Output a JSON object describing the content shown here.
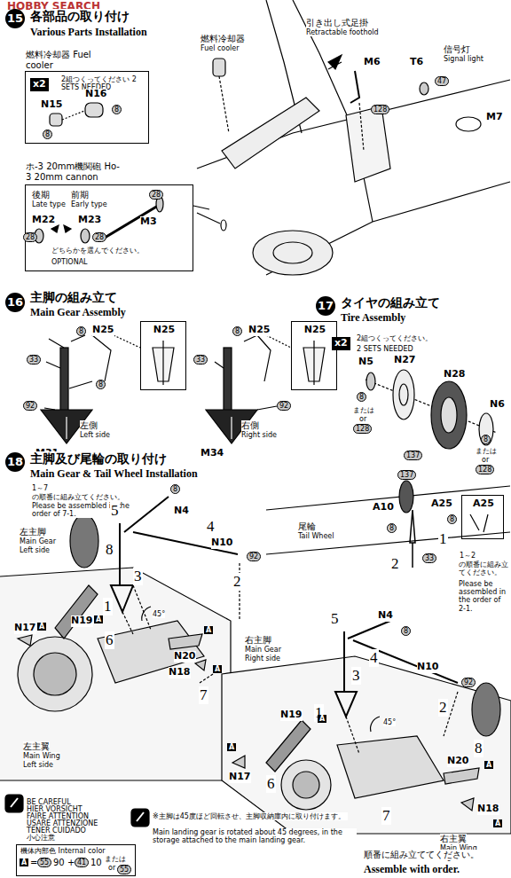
{
  "diagram": {
    "nodes": [
      {
        "text": [
          "燃料冷却器 Fuel cooler",
          "2組つくってください 2 SETS NEEDED"
        ]
      },
      {
        "text": [
          "ホ-3 20mm機関砲 Ho-3 20mm cannon"
        ]
      },
      {
        "text": [
          "N25"
        ]
      },
      {
        "text": [
          "N25"
        ]
      },
      {
        "text": [
          "A25"
        ]
      },
      {
        "text": [
          "機体内部色 Internal color"
        ]
      }
    ],
    "labels": [
      "HOBBY SEARCH",
      "15",
      "各部品の取り付け",
      "Various Parts Installation",
      "x2",
      "N15",
      "N16",
      "8",
      "8",
      "後期",
      "Late type",
      "前期",
      "Early type",
      "M22",
      "M23",
      "28",
      "28",
      "28",
      "M3",
      "どちらかを選んでください。",
      "OPTIONAL",
      "燃料冷却器",
      "Fuel cooler",
      "引き出し式足掛",
      "Retractable foothold",
      "M6",
      "128",
      "T6",
      "信号灯",
      "Signal light",
      "47",
      "M7",
      "16",
      "主脚の組み立て",
      "Main Gear Assembly",
      "8",
      "N25",
      "33",
      "8",
      "92",
      "M31",
      "左側",
      "Left side",
      "8",
      "N25",
      "33",
      "92",
      "M34",
      "右側",
      "Right side",
      "17",
      "タイヤの組み立て",
      "Tire Assembly",
      "x2",
      "2組つくってください。",
      "2 SETS NEEDED",
      "N5",
      "N27",
      "N28",
      "N6",
      "8",
      "または",
      "or",
      "128",
      "137",
      "8",
      "または",
      "or",
      "128",
      "18",
      "主脚及び尾輪の取り付け",
      "Main Gear & Tail Wheel Installation",
      "1～7",
      "の順番に組み立てください。",
      "Please be assembled in the order of 7-1.",
      "左主脚",
      "Main Gear",
      "Left side",
      "5",
      "N4",
      "8",
      "4",
      "N10",
      "92",
      "8",
      "3",
      "2",
      "1",
      "45°",
      "N19",
      "A",
      "N17",
      "A",
      "6",
      "N20",
      "A",
      "N18",
      "A",
      "7",
      "左主翼",
      "Main Wing",
      "Left side",
      "137",
      "A10",
      "A25",
      "8",
      "8",
      "1",
      "33",
      "2",
      "尾輪",
      "Tail Wheel",
      "1～2",
      "の順番に組み立てください。",
      "Please be assembled in the order of 2-1.",
      "右主脚",
      "Main Gear",
      "Right side",
      "5",
      "N4",
      "8",
      "4",
      "N10",
      "92",
      "3",
      "2",
      "1",
      "45°",
      "8",
      "A",
      "N17",
      "N19",
      "A",
      "6",
      "N20",
      "A",
      "N18",
      "A",
      "7",
      "右主翼",
      "Main Wing",
      "Right side",
      "BE CAREFUL",
      "HIER VORSICHT",
      "FAIRE ATTENTION",
      "USARE ATTENZIONE",
      "TENER CUIDADO",
      "小心注意",
      "※主脚は45度ほど回転させ、主脚収納庫内に取り付けます。",
      "Main landing gear is rotated about 45 degrees, in the storage attached to the main landing gear.",
      "A",
      "=",
      "55",
      "90",
      "+",
      "41",
      "10",
      "または",
      "or",
      "55",
      "順番に組み立ててください。",
      "Assemble with order."
    ]
  }
}
